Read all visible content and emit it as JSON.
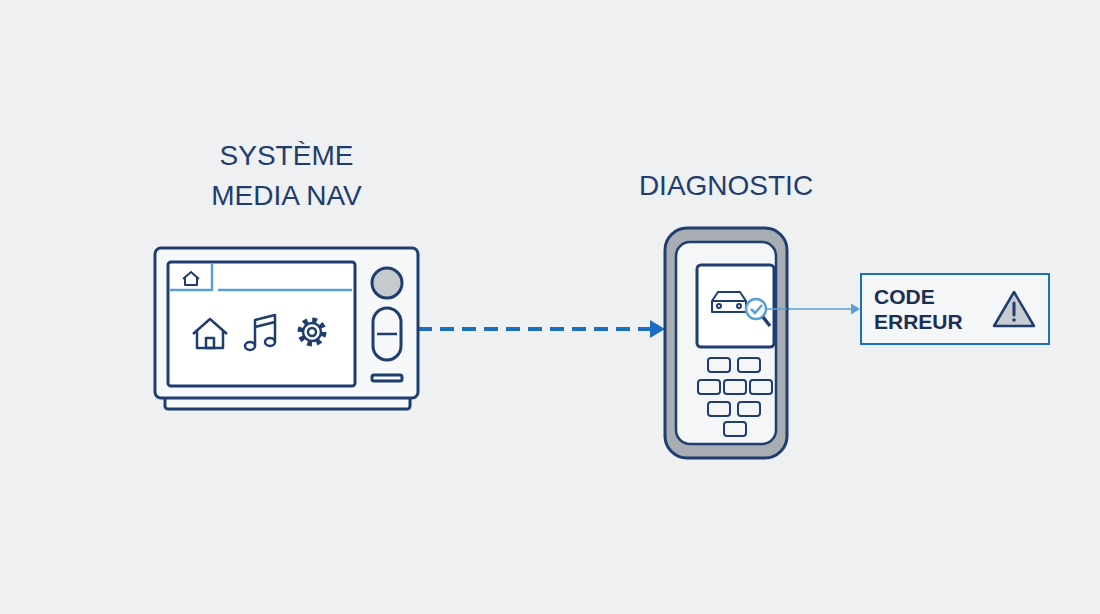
{
  "diagram": {
    "nodes": [
      {
        "text": [
          "SYSTÈME MEDIA NAV"
        ]
      },
      {
        "text": [
          "DIAGNOSTIC"
        ]
      },
      {
        "text": [
          "CODE ERREUR"
        ]
      }
    ],
    "edges": [
      {
        "from": 0,
        "to": 1,
        "arrow": "to"
      },
      {
        "from": 1,
        "to": 2,
        "arrow": "to"
      }
    ]
  }
}
